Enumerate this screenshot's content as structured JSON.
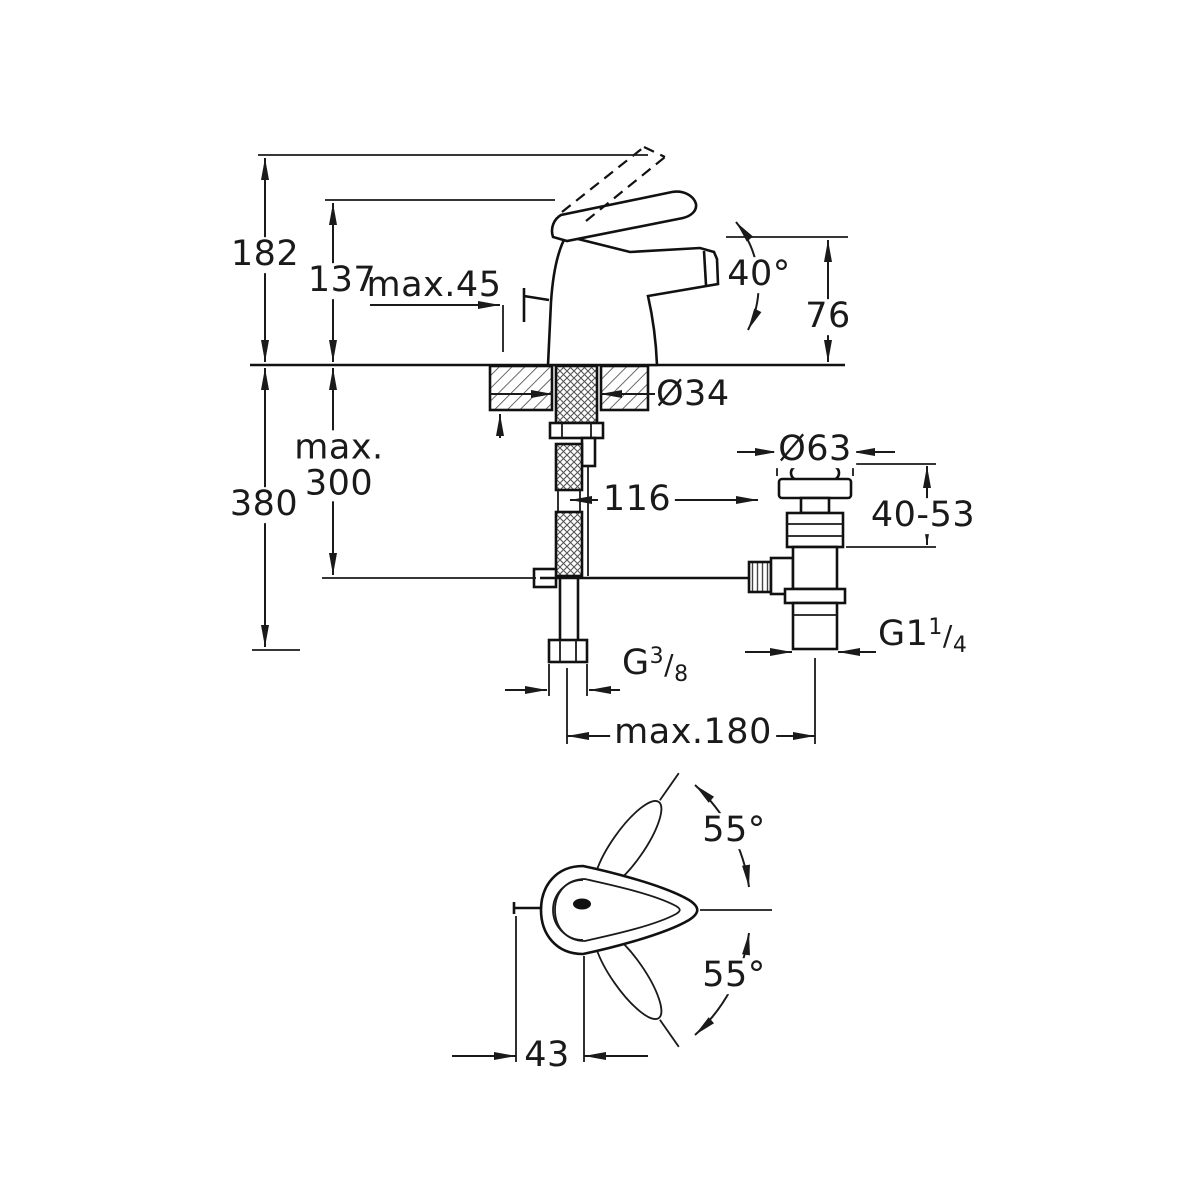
{
  "drawing": {
    "background": "#ffffff",
    "line_color": "#111111",
    "dimension_line_color": "#1a1a1a",
    "views": {
      "top": "faucet-side-elevation-with-pop-up-waste",
      "bottom": "lever-handle-plan-view-swing-angles"
    }
  },
  "labels": {
    "h182": "182",
    "h137": "137",
    "max45": "max.45",
    "angle40": "40°",
    "h76": "76",
    "dia34": "Ø34",
    "max300_l1": "max.",
    "max300_l2": "300",
    "h380": "380",
    "w116": "116",
    "dia63": "Ø63",
    "h4053": "40-53",
    "g114_main": "G1",
    "g114_num": "1",
    "g114_slash": "/",
    "g114_den": "4",
    "g38_main": "G",
    "g38_num": "3",
    "g38_slash": "/",
    "g38_den": "8",
    "max180": "max.180",
    "angle55_top": "55°",
    "angle55_bottom": "55°",
    "w43": "43"
  }
}
